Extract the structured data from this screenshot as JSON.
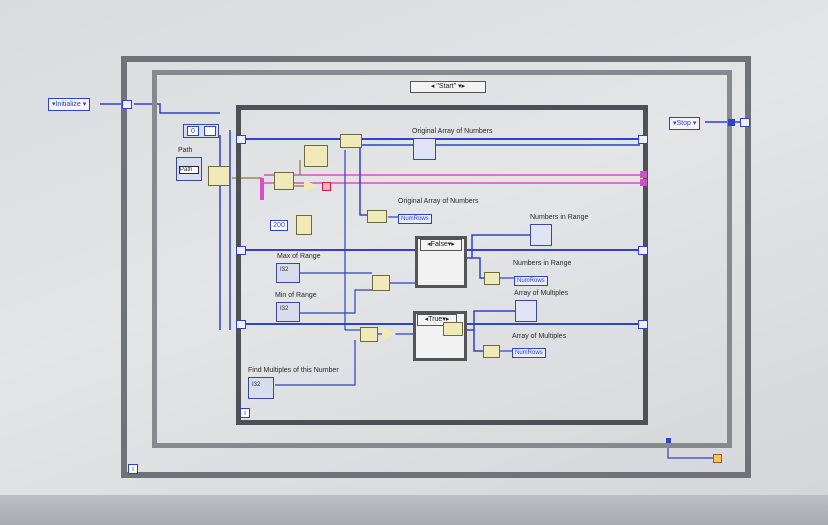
{
  "vi": {
    "initialize_label": "Initialize",
    "start_label": "\"Start\"",
    "stop_label": "Stop",
    "false_label": "False",
    "true_label": "True",
    "path_label": "Path",
    "path_icon_text": "Path",
    "const_zero": "0",
    "const_200": "200",
    "loop_iter": "i",
    "outer_iter": "i",
    "original_array_label": "Original Array of Numbers",
    "original_array_prop_label": "Original Array of Numbers",
    "numrows_1": "NumRows",
    "numbers_in_range_label": "Numbers in Range",
    "numbers_in_range_prop_label": "Numbers in Range",
    "numrows_2": "NumRows",
    "max_range_label": "Max of Range",
    "min_range_label": "Min of Range",
    "array_multiples_label": "Array of Multiples",
    "array_multiples_prop_label": "Array of Multiples",
    "numrows_3": "NumRows",
    "find_multiples_label": "Find Multiples of this Number",
    "ctrl_text_1": "I32",
    "ctrl_text_2": "I32",
    "ctrl_text_3": "I32"
  },
  "colors": {
    "wire_blue": "#2e43c8",
    "wire_pink": "#d64fc9",
    "wire_olive": "#8a7d2a",
    "wire_orange": "#e0781f"
  }
}
